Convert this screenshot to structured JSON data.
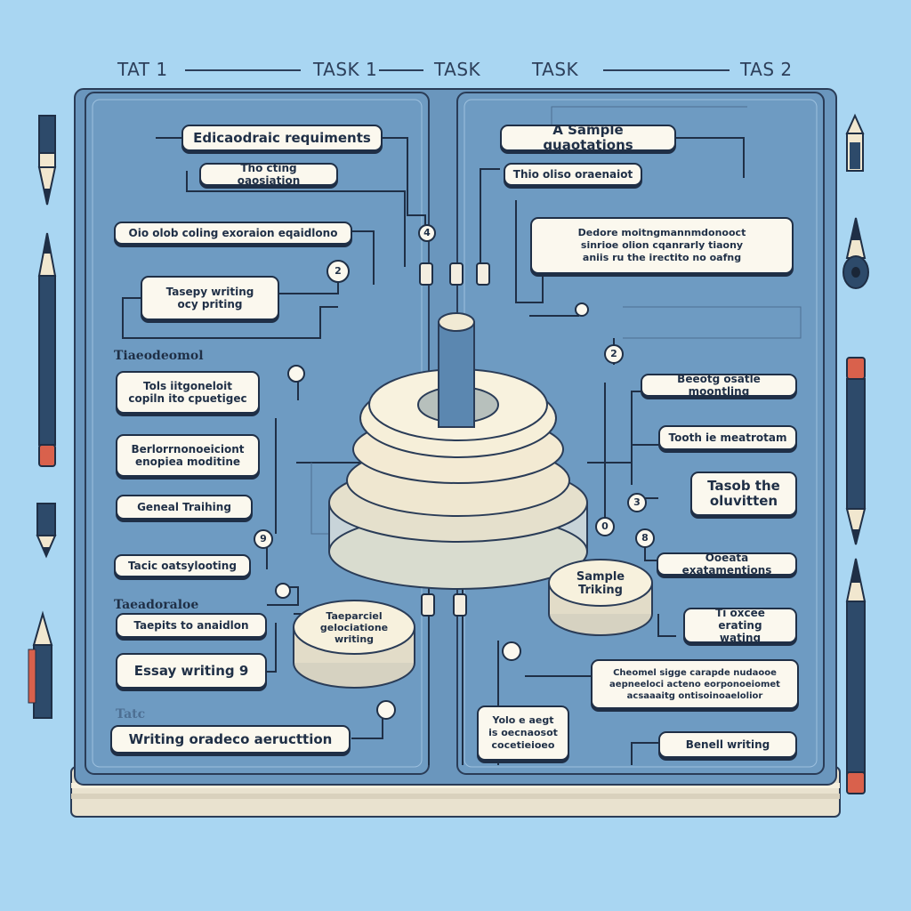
{
  "header": {
    "labels": [
      "TAT 1",
      "TASK 1",
      "TASK",
      "TASK",
      "TAS 2"
    ]
  },
  "left_panel": {
    "boxes": [
      "Edicaodraic requiments",
      "Tho cting oaosiation",
      "Oio olob coling exoraion eqaidlono",
      "Tasepy writing\nocy priting",
      "Tols iitgoneloit\ncopiln ito cpuetigec",
      "Berlorrnonoeiciont\nenopiea moditine",
      "Geneal Traihing",
      "Tacic oatsylooting",
      "Taepits to anaidlon",
      "Essay writing 9",
      "Writing oradeco aeructtion"
    ],
    "section_labels": [
      "Tiaeodeomol",
      "Taeadoraloe",
      "Tatc"
    ],
    "badges": [
      "4",
      "2",
      "9"
    ]
  },
  "right_panel": {
    "boxes": [
      "A Sample quaotations",
      "Thio oliso oraenaiot",
      "Dedore moitngmannmdonooct\nsinrioe olion cqanrarly tiaony\naniis ru the irectito no oafng",
      "Beeotg osatle moontling",
      "Tooth ie meatrotam",
      "Tasob the\noluvitten",
      "Ooeata exatamentions",
      "Ti oxcee erating\nwating",
      "Cheomel sigge carapde nudaooe\naepneeloci acteno eorponoeiomet\nacsaaaitg ontisoinoaelolior",
      "Yolo e aegt\nis oecnaosot\ncocetieioeo",
      "Benell writing"
    ],
    "badges": [
      "2",
      "3",
      "0",
      "8"
    ]
  },
  "discs": {
    "left_label": "Taeparciel\ngelociatione\nwriting",
    "right_label": "Sample\nTriking"
  }
}
